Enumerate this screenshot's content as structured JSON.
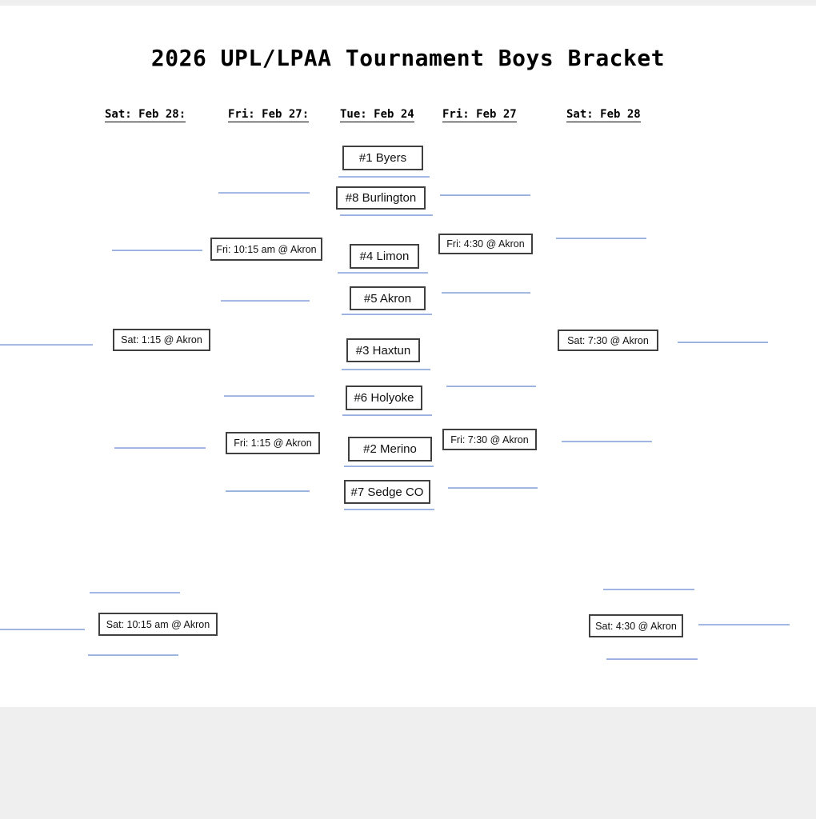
{
  "title": "2026 UPL/LPAA Tournament Boys Bracket",
  "columns": [
    {
      "label": "Sat: Feb 28:"
    },
    {
      "label": "Fri: Feb 27:"
    },
    {
      "label": "Tue: Feb 24"
    },
    {
      "label": "Fri: Feb 27"
    },
    {
      "label": "Sat: Feb 28"
    }
  ],
  "teams": [
    {
      "label": "#1 Byers"
    },
    {
      "label": "#8 Burlington"
    },
    {
      "label": "#4 Limon"
    },
    {
      "label": "#5 Akron"
    },
    {
      "label": "#3 Haxtun"
    },
    {
      "label": "#6 Holyoke"
    },
    {
      "label": "#2 Merino"
    },
    {
      "label": "#7 Sedge CO"
    }
  ],
  "games": {
    "left_quarter_top": {
      "label": "Fri: 10:15 am @ Akron"
    },
    "left_semi": {
      "label": "Sat: 1:15 @ Akron"
    },
    "left_quarter_bottom": {
      "label": "Fri: 1:15 @ Akron"
    },
    "left_final": {
      "label": "Sat: 10:15 am @ Akron"
    },
    "right_quarter_top": {
      "label": "Fri: 4:30 @ Akron"
    },
    "right_semi": {
      "label": "Sat: 7:30 @ Akron"
    },
    "right_quarter_bottom": {
      "label": "Fri: 7:30 @ Akron"
    },
    "right_final": {
      "label": "Sat: 4:30 @ Akron"
    }
  },
  "colors": {
    "connector_blue": "#8ba6d9",
    "box_border": "#404040",
    "background_gray": "#efefef"
  }
}
